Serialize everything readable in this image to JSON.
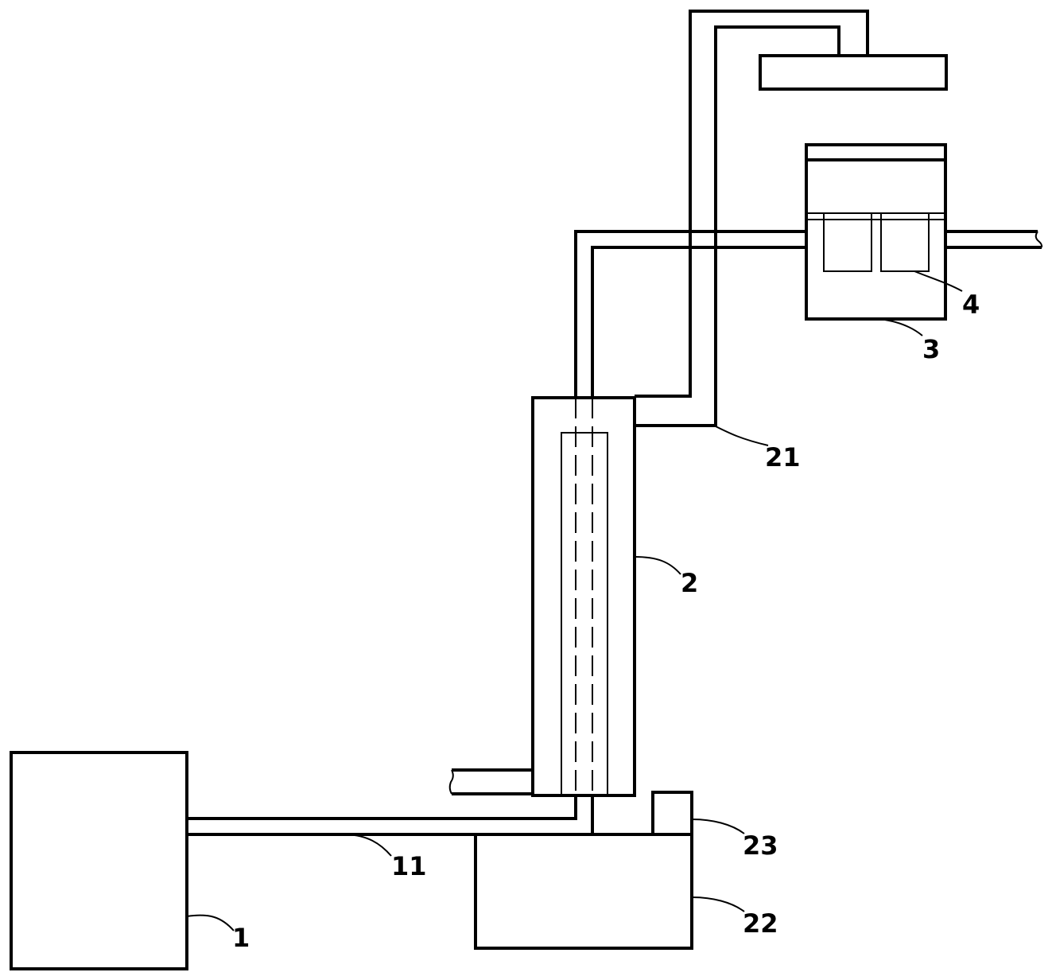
{
  "labels": {
    "part_1": "1",
    "part_11": "11",
    "part_2": "2",
    "part_21": "21",
    "part_22": "22",
    "part_23": "23",
    "part_3": "3",
    "part_4": "4"
  },
  "colors": {
    "stroke": "#000000",
    "background": "#ffffff"
  }
}
